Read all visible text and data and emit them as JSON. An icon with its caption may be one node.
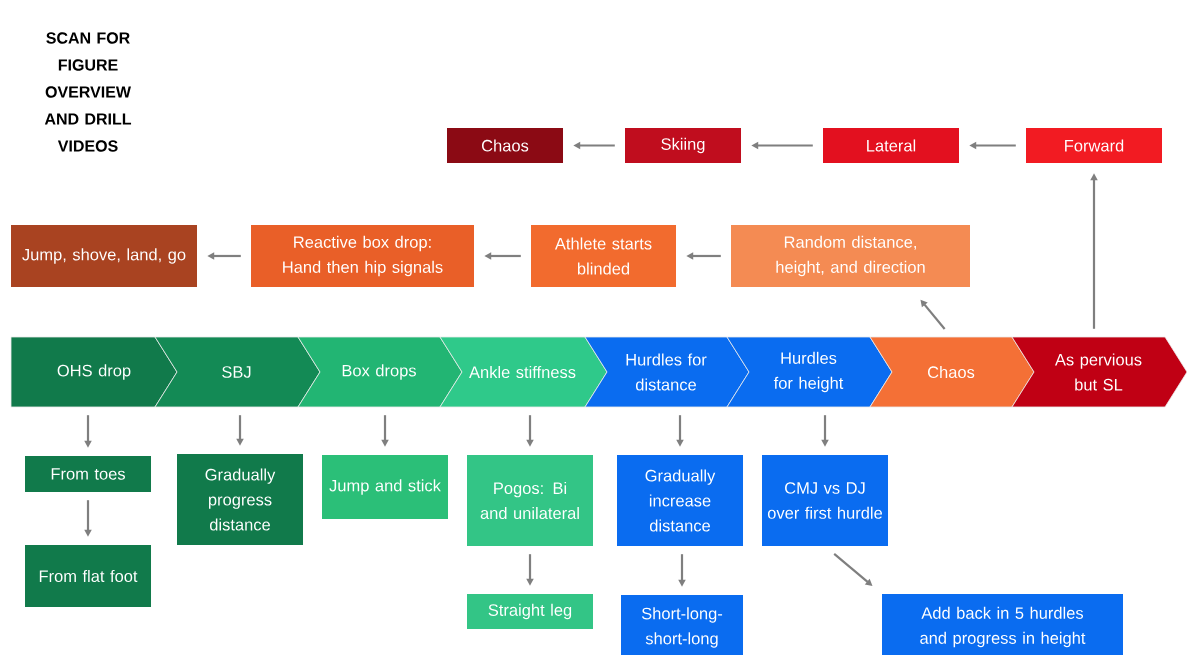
{
  "diagram": {
    "nodes": [
      {
        "text": [
          "Chaos"
        ]
      },
      {
        "text": [
          "Skiing"
        ]
      },
      {
        "text": [
          "Lateral"
        ]
      },
      {
        "text": [
          "Forward"
        ]
      },
      {
        "text": [
          "Jump, shove, land, go"
        ]
      },
      {
        "text": [
          "Reactive box drop: Hand then hip signals"
        ]
      },
      {
        "text": [
          "Athlete starts blinded"
        ]
      },
      {
        "text": [
          "Random distance, height, and direction"
        ]
      },
      {
        "text": [
          "OHS drop"
        ]
      },
      {
        "text": [
          "SBJ"
        ]
      },
      {
        "text": [
          "Box drops"
        ]
      },
      {
        "text": [
          "Ankle stiffness"
        ]
      },
      {
        "text": [
          "Hurdles for distance"
        ]
      },
      {
        "text": [
          "Hurdles for height"
        ]
      },
      {
        "text": [
          "Chaos"
        ]
      },
      {
        "text": [
          "As pervious but SL"
        ]
      },
      {
        "text": [
          "From toes"
        ]
      },
      {
        "text": [
          "From flat foot"
        ]
      },
      {
        "text": [
          "Gradually progress distance"
        ]
      },
      {
        "text": [
          "Jump and stick"
        ]
      },
      {
        "text": [
          "Pogos: Bi and unilateral"
        ]
      },
      {
        "text": [
          "Straight leg"
        ]
      },
      {
        "text": [
          "Gradually increase distance"
        ]
      },
      {
        "text": [
          "Short-long-short-long"
        ]
      },
      {
        "text": [
          "CMJ vs DJ over first hurdle"
        ]
      },
      {
        "text": [
          "Add back in 5 hurdles and progress in height"
        ]
      }
    ],
    "edges": [
      {
        "from": 1,
        "to": 0,
        "arrow": "to"
      },
      {
        "from": 2,
        "to": 1,
        "arrow": "to"
      },
      {
        "from": 3,
        "to": 2,
        "arrow": "to"
      },
      {
        "from": 15,
        "to": 3,
        "arrow": "to"
      },
      {
        "from": 14,
        "to": 7,
        "arrow": "to"
      },
      {
        "from": 7,
        "to": 6,
        "arrow": "to"
      },
      {
        "from": 6,
        "to": 5,
        "arrow": "to"
      },
      {
        "from": 5,
        "to": 4,
        "arrow": "to"
      },
      {
        "from": 8,
        "to": 16,
        "arrow": "to"
      },
      {
        "from": 16,
        "to": 17,
        "arrow": "to"
      },
      {
        "from": 9,
        "to": 18,
        "arrow": "to"
      },
      {
        "from": 10,
        "to": 19,
        "arrow": "to"
      },
      {
        "from": 11,
        "to": 20,
        "arrow": "to"
      },
      {
        "from": 20,
        "to": 21,
        "arrow": "to"
      },
      {
        "from": 12,
        "to": 22,
        "arrow": "to"
      },
      {
        "from": 22,
        "to": 23,
        "arrow": "to"
      },
      {
        "from": 13,
        "to": 24,
        "arrow": "to"
      },
      {
        "from": 24,
        "to": 25,
        "arrow": "to"
      }
    ],
    "labels": [
      "SCAN FOR FIGURE OVERVIEW AND DRILL VIDEOS"
    ]
  }
}
